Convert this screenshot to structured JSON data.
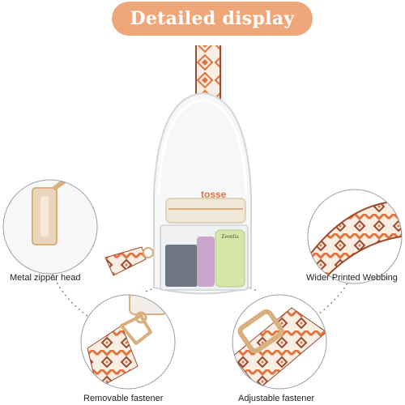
{
  "banner": {
    "title": "Detailed display"
  },
  "labels": {
    "zipper": "Metal zipper head",
    "webbing": "Wider Printed Webbing",
    "removable": "Removable fastener",
    "adjustable": "Adjustable fastener"
  },
  "product_text": {
    "bag_print": "tosse",
    "bottle_text": "Zeonlia"
  },
  "colors": {
    "banner": "#EFA679",
    "strap_orange": "#E2733E",
    "strap_dark": "#9E4A2C",
    "strap_cream": "#F8EEE3",
    "hardware_gold": "#D9AF7E",
    "dotted_line": "#6F6F6F"
  }
}
